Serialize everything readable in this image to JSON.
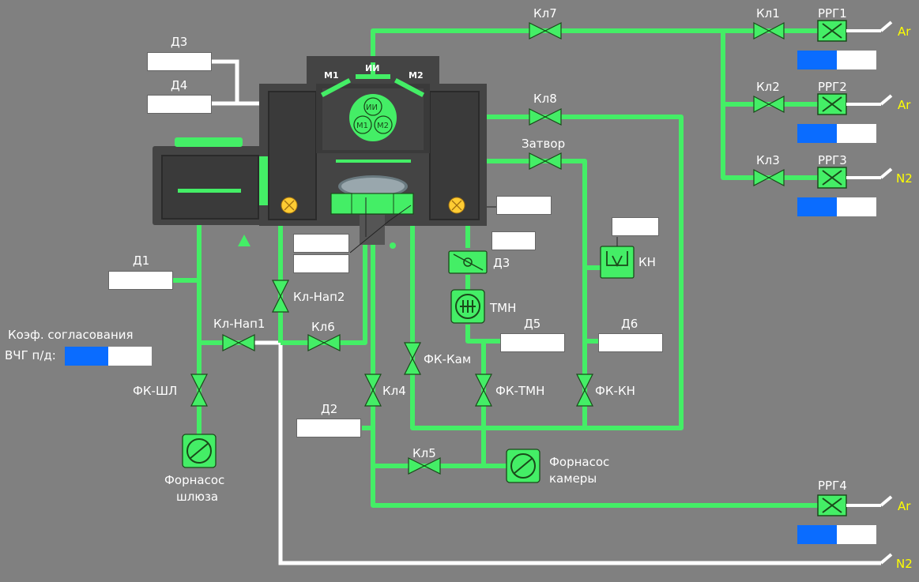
{
  "colors": {
    "background": "#808080",
    "pipe_active": "#44ee66",
    "pipe_white": "#ffffff",
    "chamber": "#444444",
    "gas_label": "#ffff00",
    "bar_fill": "#0a6cff"
  },
  "labels": {
    "d3_top": "Д3",
    "d4": "Д4",
    "d1": "Д1",
    "d2": "Д2",
    "d3_mid": "Д3",
    "d5": "Д5",
    "d6": "Д6",
    "m1": "М1",
    "ii": "ИИ",
    "m2": "М2",
    "mag_ii": "ИИ",
    "mag_m1": "М1",
    "mag_m2": "М2",
    "kl7": "Кл7",
    "kl8": "Кл8",
    "zatvor": "Затвор",
    "kl1": "Кл1",
    "kl2": "Кл2",
    "kl3": "Кл3",
    "rrg1": "РРГ1",
    "rrg2": "РРГ2",
    "rrg3": "РРГ3",
    "rrg4": "РРГ4",
    "gas1": "Ar",
    "gas2": "Ar",
    "gas3": "N2",
    "gas4": "Ar",
    "gas5": "N2",
    "kn": "КН",
    "tmn": "ТМН",
    "kl_nap2": "Кл-Нап2",
    "kl_nap1": "Кл-Нап1",
    "kl6": "Кл6",
    "fk_kam": "ФК-Кам",
    "fk_tmn": "ФК-ТМН",
    "fk_kn": "ФК-КН",
    "kl4": "Кл4",
    "fk_shl": "ФК-ШЛ",
    "kl5": "Кл5",
    "forepump_lock_1": "Форнасос",
    "forepump_lock_2": "шлюза",
    "forepump_cham_1": "Форнасос",
    "forepump_cham_2": "камеры",
    "coef_1": "Коэф. согласования",
    "coef_2": "ВЧГ п/д:"
  },
  "fields": {
    "d3_top": "",
    "d4": "",
    "d1": "",
    "d2": "",
    "d3_mid": "",
    "d5": "",
    "d6": "",
    "kn": "",
    "chamber_right": "",
    "chamber_left1": "",
    "chamber_left2": ""
  },
  "levels": {
    "rrg1": 0.5,
    "rrg2": 0.5,
    "rrg3": 0.5,
    "rrg4": 0.5,
    "coef": 0.5
  }
}
